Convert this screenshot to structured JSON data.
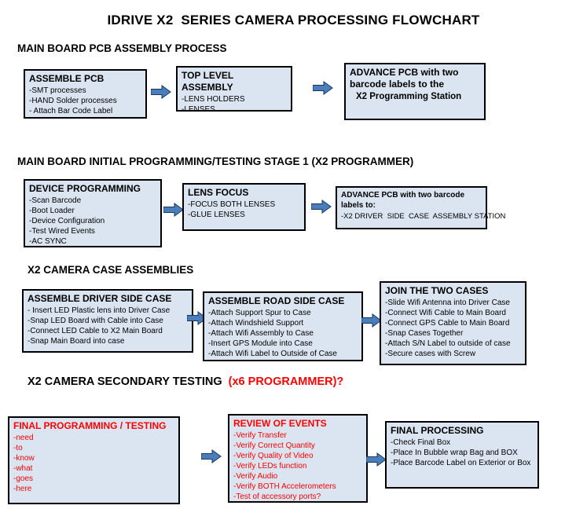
{
  "title": "IDRIVE X2  SERIES CAMERA PROCESSING FLOWCHART",
  "colors": {
    "box_fill": "#dbe5f1",
    "box_border": "#000000",
    "arrow_fill": "#4a7ebb",
    "red_text": "#ff0000"
  },
  "sections": [
    {
      "heading": "MAIN BOARD PCB ASSEMBLY PROCESS",
      "boxes": [
        {
          "title": "ASSEMBLE PCB",
          "lines": [
            "-SMT processes",
            "-HAND Solder processes",
            "- Attach Bar Code Label"
          ]
        },
        {
          "title": "TOP LEVEL ASSEMBLY",
          "lines": [
            "-LENS HOLDERS",
            "-LENSES"
          ]
        },
        {
          "title": "ADVANCE PCB with two barcode labels to the",
          "lines": [
            "X2 Programming Station"
          ]
        }
      ]
    },
    {
      "heading": "MAIN BOARD INITIAL PROGRAMMING/TESTING STAGE 1 (X2 PROGRAMMER)",
      "boxes": [
        {
          "title": "DEVICE PROGRAMMING",
          "lines": [
            "-Scan Barcode",
            "-Boot Loader",
            "-Device Configuration",
            "-Test Wired Events",
            "-AC SYNC"
          ]
        },
        {
          "title": "LENS FOCUS",
          "lines": [
            "-FOCUS BOTH LENSES",
            "-GLUE LENSES"
          ]
        },
        {
          "title": "ADVANCE PCB with two barcode labels to:",
          "lines": [
            "-X2 DRIVER  SIDE  CASE  ASSEMBLY STATION"
          ]
        }
      ]
    },
    {
      "heading": "X2 CAMERA CASE ASSEMBLIES",
      "boxes": [
        {
          "title": "ASSEMBLE DRIVER SIDE CASE",
          "lines": [
            "- Insert LED Plastic lens into Driver Case",
            "-Snap LED Board with Cable into Case",
            "-Connect LED Cable to X2 Main Board",
            "-Snap Main Board into case"
          ]
        },
        {
          "title": "ASSEMBLE ROAD SIDE CASE",
          "lines": [
            "-Attach Support Spur to Case",
            "-Attach Windshield Support",
            "-Attach Wifi Assembly to Case",
            "-Insert GPS Module into Case",
            "-Attach Wifi Label to Outside of Case"
          ]
        },
        {
          "title": "JOIN THE TWO CASES",
          "lines": [
            "-Slide Wifi Antenna into Driver Case",
            "-Connect Wifi Cable to Main Board",
            "-Connect GPS Cable to Main Board",
            "-Snap Cases Together",
            "-Attach S/N Label to outside of case",
            "-Secure cases with Screw"
          ]
        }
      ]
    },
    {
      "heading": "X2 CAMERA SECONDARY TESTING ",
      "heading_suffix": " (x6 PROGRAMMER)?",
      "boxes": [
        {
          "title": "FINAL PROGRAMMING / TESTING",
          "lines": [
            "-need",
            "-to",
            "-know",
            "-what",
            "-goes",
            "-here"
          ]
        },
        {
          "title": "REVIEW OF EVENTS",
          "lines": [
            "-Verify Transfer",
            "-Verify Correct Quantity",
            "-Verify Quality of Video",
            "-Verify LEDs function",
            "-Verify Audio",
            "-Verify BOTH Accelerometers",
            "-Test of accessory ports?"
          ]
        },
        {
          "title": "FINAL PROCESSING",
          "lines": [
            "-Check Final Box",
            "-Place In Bubble wrap Bag and BOX",
            "-Place Barcode Label on Exterior or Box"
          ]
        }
      ]
    }
  ]
}
